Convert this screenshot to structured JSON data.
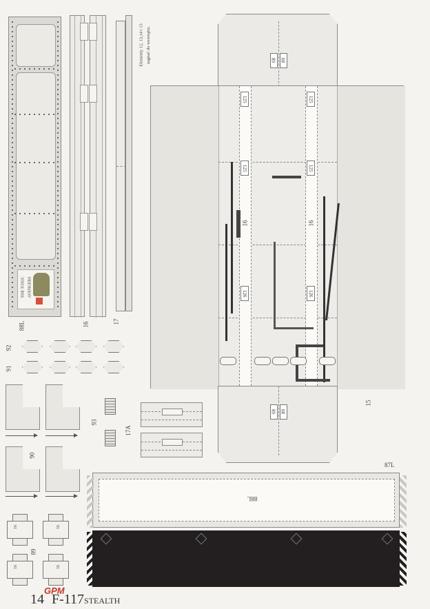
{
  "note": {
    "line1": "Elementy 12, 13,14 i 15",
    "line2": "zagnać do wewnątrz."
  },
  "labels": {
    "p88L": "88L",
    "p16": "16",
    "p17": "17",
    "p15": "15",
    "p87L": "87L",
    "p17A": "17A",
    "p93": "93",
    "p91": "91",
    "p92": "92",
    "p90": "90",
    "p89": "89",
    "n68": "68",
    "n89": "89",
    "n125": "125",
    "n126": "126",
    "n16": "16",
    "n91": "91",
    "n88L": "88L"
  },
  "decal": {
    "line1": "THE TOXIC",
    "line2": "AVENGERS"
  },
  "footer": {
    "page": "14",
    "brand": "GPM",
    "model": "F-117",
    "sub": "STEALTH"
  },
  "colors": {
    "paper": "#f4f3ef",
    "part": "#e9e7e2",
    "dark": "#231f20",
    "brand": "#c0392b"
  }
}
